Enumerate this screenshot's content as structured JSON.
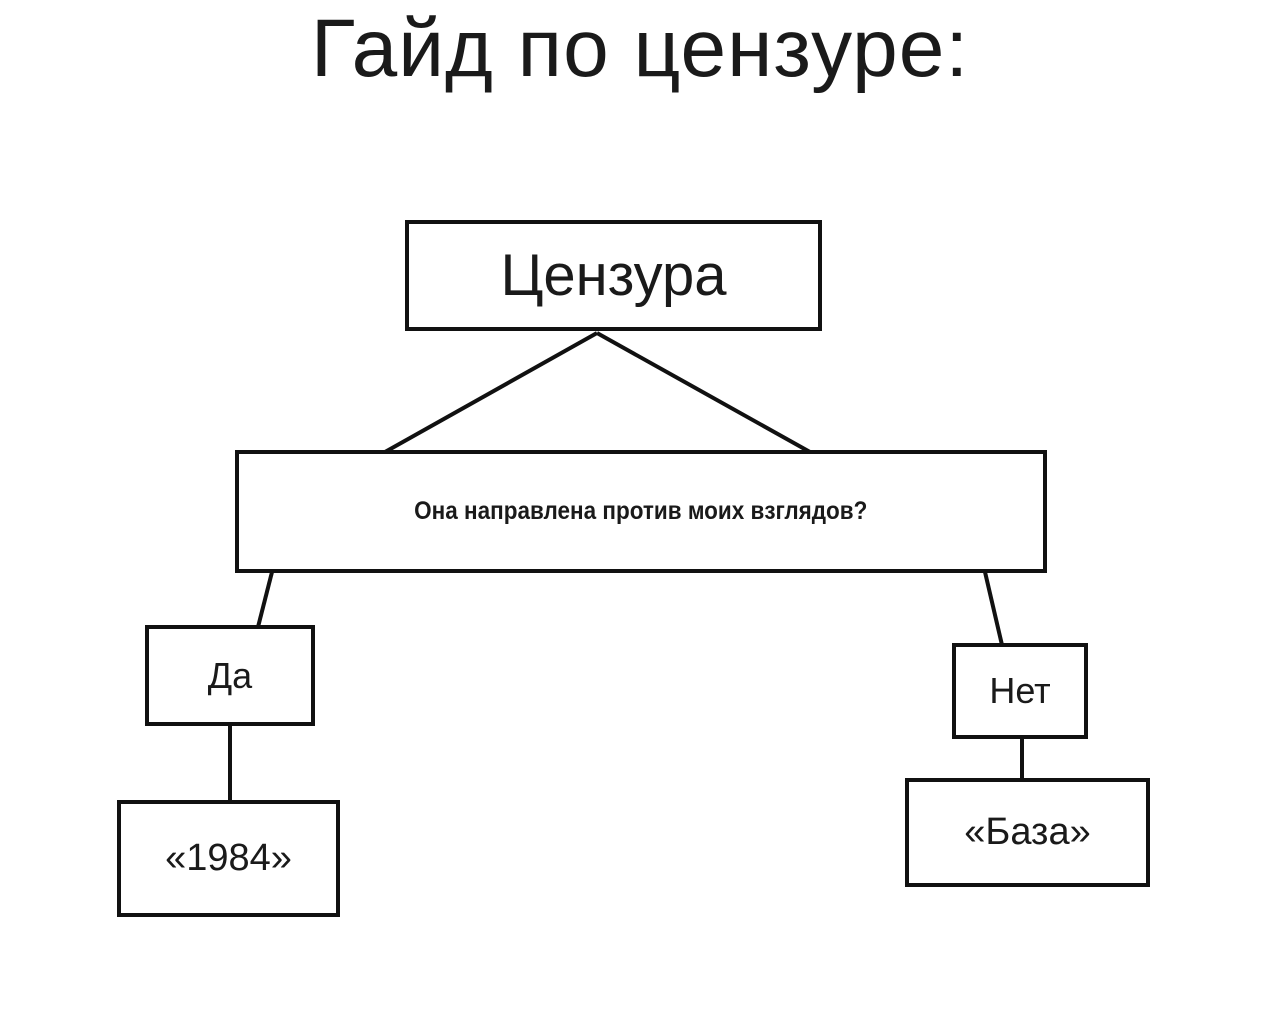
{
  "title": "Гайд по цензуре:",
  "nodes": {
    "root": "Цензура",
    "question": "Она направлена против моих взглядов?",
    "yes": "Да",
    "no": "Нет",
    "yes_result": "«1984»",
    "no_result": "«База»"
  }
}
